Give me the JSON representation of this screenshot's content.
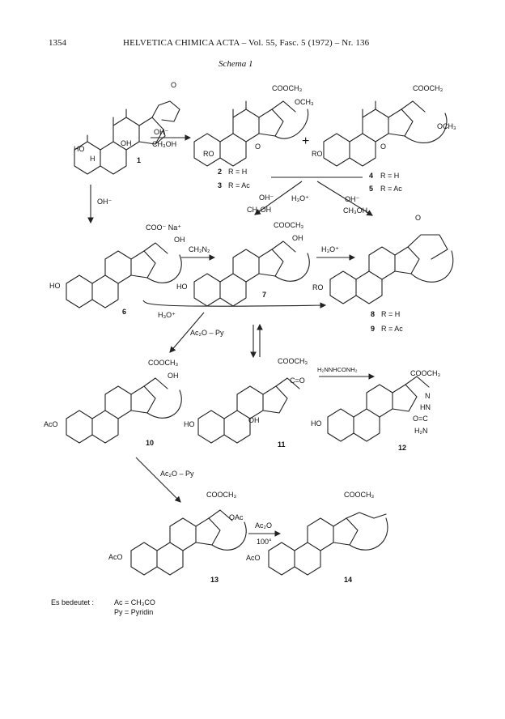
{
  "header": {
    "page_number": "1354",
    "journal_line": "HELVETICA CHIMICA ACTA – Vol. 55, Fasc. 5 (1972) – Nr. 136"
  },
  "scheme": {
    "title": "Schema 1",
    "plus": "+",
    "compounds": [
      {
        "num": "1"
      },
      {
        "num": "2"
      },
      {
        "num": "3"
      },
      {
        "num": "4"
      },
      {
        "num": "5"
      },
      {
        "num": "6"
      },
      {
        "num": "7"
      },
      {
        "num": "8"
      },
      {
        "num": "9"
      },
      {
        "num": "10"
      },
      {
        "num": "11"
      },
      {
        "num": "12"
      },
      {
        "num": "13"
      },
      {
        "num": "14"
      }
    ],
    "labels": {
      "oh_minus": "OH⁻",
      "ch3oh": "CH₃OH",
      "h3o_plus": "H₃O⁺",
      "ch2n2": "CH₂N₂",
      "ac2o_py": "Ac₂O – Py",
      "ac2o": "Ac₂O",
      "temp": "100°",
      "semicarbazide": "H₂NNHCONH₂",
      "r_eq_h": "R = H",
      "r_eq_ac": "R = Ac",
      "coo_na": "COO⁻ Na⁺",
      "cooch3": "COOCH₃",
      "och3": "OCH₃",
      "oac": "OAc",
      "oh": "OH",
      "ho": "HO",
      "aco": "AcO",
      "ro": "RO",
      "h": "H",
      "o": "O",
      "c_eq_o": "C=O",
      "n": "N",
      "hn": "HN",
      "o_c": "O=C",
      "h2n": "H₂N"
    }
  },
  "legend": {
    "label": "Es bedeutet :",
    "row1": "Ac = CH₃CO",
    "row2": "Py = Pyridin"
  }
}
